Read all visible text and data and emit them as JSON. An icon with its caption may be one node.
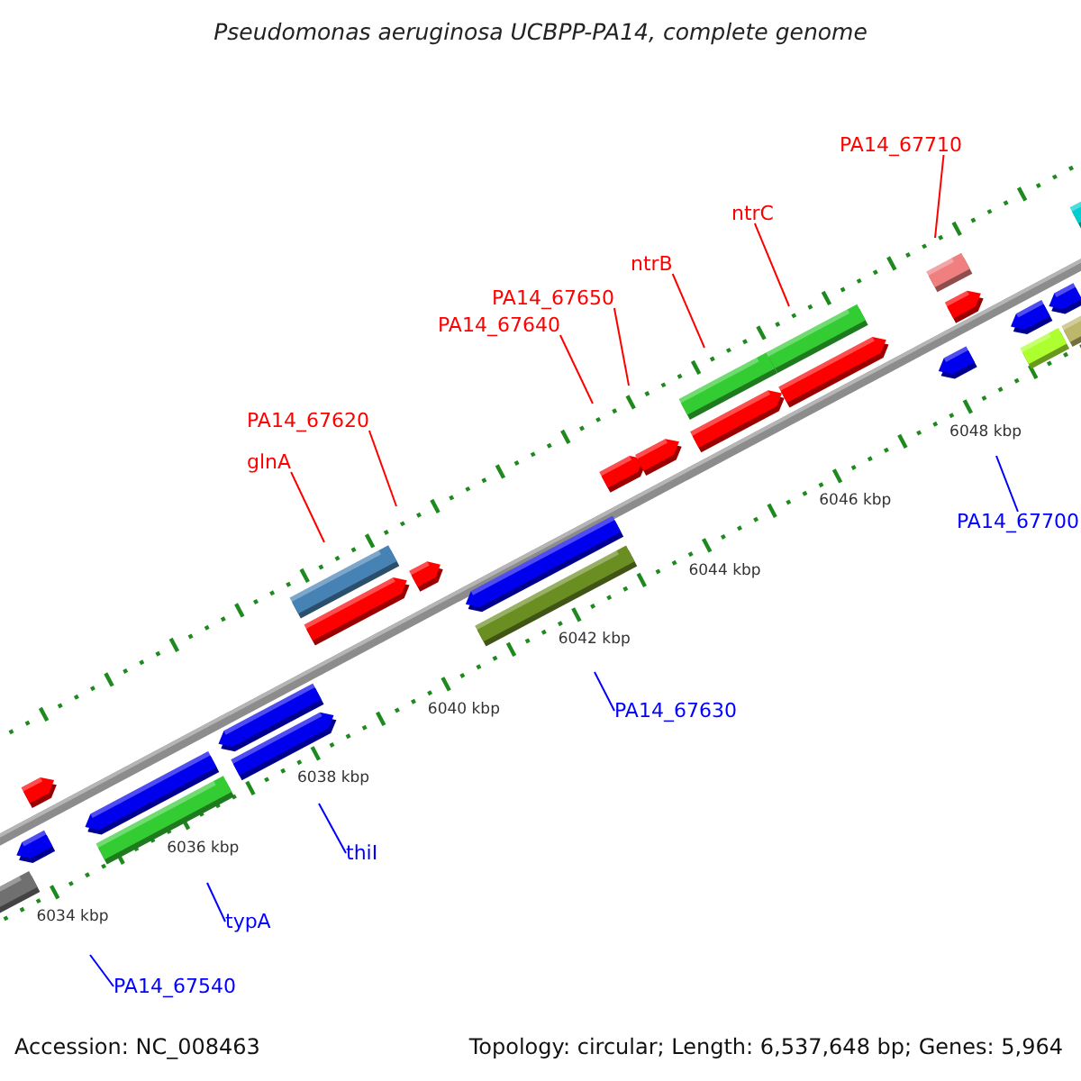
{
  "diagram": {
    "title": "Pseudomonas aeruginosa UCBPP-PA14, complete genome",
    "nodes": [
      {
        "text": [
          "PA14_67710"
        ]
      },
      {
        "text": [
          "ntrC"
        ]
      },
      {
        "text": [
          "ntrB"
        ]
      },
      {
        "text": [
          "PA14_67650"
        ]
      },
      {
        "text": [
          "PA14_67640"
        ]
      },
      {
        "text": [
          "PA14_67620"
        ]
      },
      {
        "text": [
          "glnA"
        ]
      },
      {
        "text": [
          "PA14_67700"
        ]
      },
      {
        "text": [
          "PA14_67630"
        ]
      },
      {
        "text": [
          "thiI"
        ]
      },
      {
        "text": [
          "typA"
        ]
      },
      {
        "text": [
          "PA14_67540"
        ]
      }
    ],
    "edges": [
      {
        "from": 0,
        "to": null,
        "arrow": "none"
      },
      {
        "from": 1,
        "to": null,
        "arrow": "none"
      },
      {
        "from": 2,
        "to": null,
        "arrow": "none"
      },
      {
        "from": 3,
        "to": null,
        "arrow": "none"
      },
      {
        "from": 4,
        "to": null,
        "arrow": "none"
      },
      {
        "from": 5,
        "to": null,
        "arrow": "none"
      },
      {
        "from": 6,
        "to": null,
        "arrow": "none"
      },
      {
        "from": 7,
        "to": null,
        "arrow": "none",
        "color": "#0000ff"
      },
      {
        "from": 8,
        "to": null,
        "arrow": "none",
        "color": "#0000ff"
      },
      {
        "from": 9,
        "to": null,
        "arrow": "none",
        "color": "#0000ff"
      },
      {
        "from": 10,
        "to": null,
        "arrow": "none",
        "color": "#0000ff"
      },
      {
        "from": 11,
        "to": null,
        "arrow": "none",
        "color": "#0000ff"
      }
    ],
    "labels": [
      "6034 kbp",
      "6036 kbp",
      "6038 kbp",
      "6040 kbp",
      "6042 kbp",
      "6044 kbp",
      "6046 kbp",
      "6048 kbp",
      "Accession: NC_008463",
      "Topology: circular; Length: 6,537,648 bp; Genes: 5,964"
    ]
  }
}
